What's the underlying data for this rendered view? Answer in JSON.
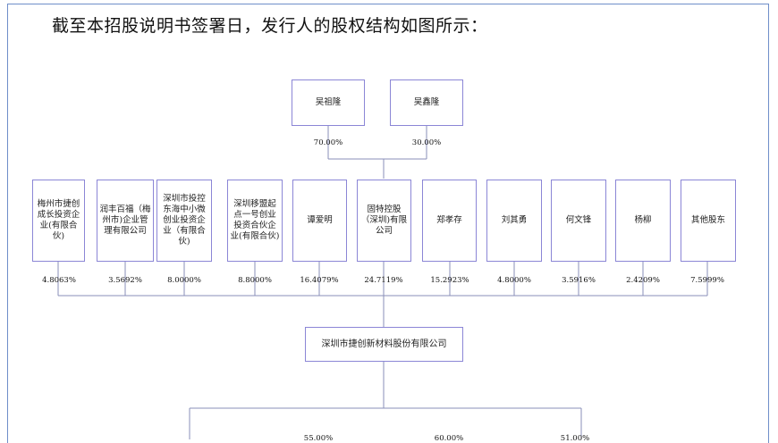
{
  "heading": "截至本招股说明书签署日，发行人的股权结构如图所示：",
  "controllers": [
    {
      "name": "吴祖隆",
      "pct": "70.00%"
    },
    {
      "name": "吴鑫隆",
      "pct": "30.00%"
    }
  ],
  "shareholders": [
    {
      "name": "梅州市捷创成长投资企业(有限合伙)",
      "pct": "4.8063%"
    },
    {
      "name": "润丰百福（梅州市)企业管理有限公司",
      "pct": "3.5692%"
    },
    {
      "name": "深圳市投控东海中小微创业投资企业（有限合伙)",
      "pct": "8.0000%"
    },
    {
      "name": "深圳移盟起点一号创业投资合伙企业(有限合伙)",
      "pct": "8.8000%"
    },
    {
      "name": "谭爱明",
      "pct": "16.4079%"
    },
    {
      "name": "固特控股（深圳)有限公司",
      "pct": "24.7119%"
    },
    {
      "name": "郑孝存",
      "pct": "15.2923%"
    },
    {
      "name": "刘其勇",
      "pct": "4.8000%"
    },
    {
      "name": "何文锋",
      "pct": "3.5916%"
    },
    {
      "name": "杨柳",
      "pct": "2.4209%"
    },
    {
      "name": "其他股东",
      "pct": "7.5999%"
    }
  ],
  "issuer": "深圳市捷创新材料股份有限公司",
  "subsidiaries": [
    {
      "pct": "55.00%"
    },
    {
      "pct": "60.00%"
    },
    {
      "pct": "51.00%"
    }
  ]
}
